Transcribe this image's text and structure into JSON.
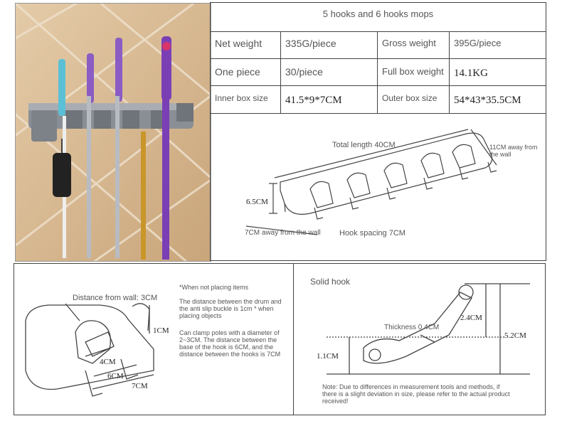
{
  "table": {
    "title": "5 hooks and 6 hooks mops",
    "rows": [
      [
        {
          "k": "Net weight",
          "v": "335G/piece"
        },
        {
          "k": "Gross weight",
          "v": "395G/piece"
        }
      ],
      [
        {
          "k": "One piece",
          "v": "30/piece"
        },
        {
          "k": "Full box weight",
          "v": "14.1KG"
        }
      ],
      [
        {
          "k": "Inner box size",
          "v": "41.5*9*7CM"
        },
        {
          "k": "Outer box size",
          "v": "54*43*35.5CM"
        }
      ]
    ]
  },
  "dimensions": {
    "total_length": "Total length 40CM",
    "away_from_wall_top": "11CM away from the wall",
    "height": "6.5CM",
    "away_from_wall_bottom": "7CM away from the wall",
    "hook_spacing": "Hook spacing 7CM"
  },
  "closeup": {
    "distance_from_wall": "Distance from wall: 3CM",
    "m_1cm": "1CM",
    "m_4cm": "4CM",
    "m_6cm": "6CM",
    "m_7cm": "7CM",
    "note_title": "*When not placing items",
    "note_1": "The distance between the drum and the anti slip buckle is 1cm * when placing objects",
    "note_2": "Can clamp poles with a diameter of 2~3CM. The distance between the base of the hook is 6CM, and the distance between the hooks is 7CM"
  },
  "hook": {
    "title": "Solid hook",
    "m_24": "2.4CM",
    "m_52": "5.2CM",
    "m_11": "1.1CM",
    "thickness": "Thickness 0.4CM",
    "note": "Note: Due to differences in measurement tools and methods, if there is a slight deviation in size, please refer to the actual product received!"
  }
}
